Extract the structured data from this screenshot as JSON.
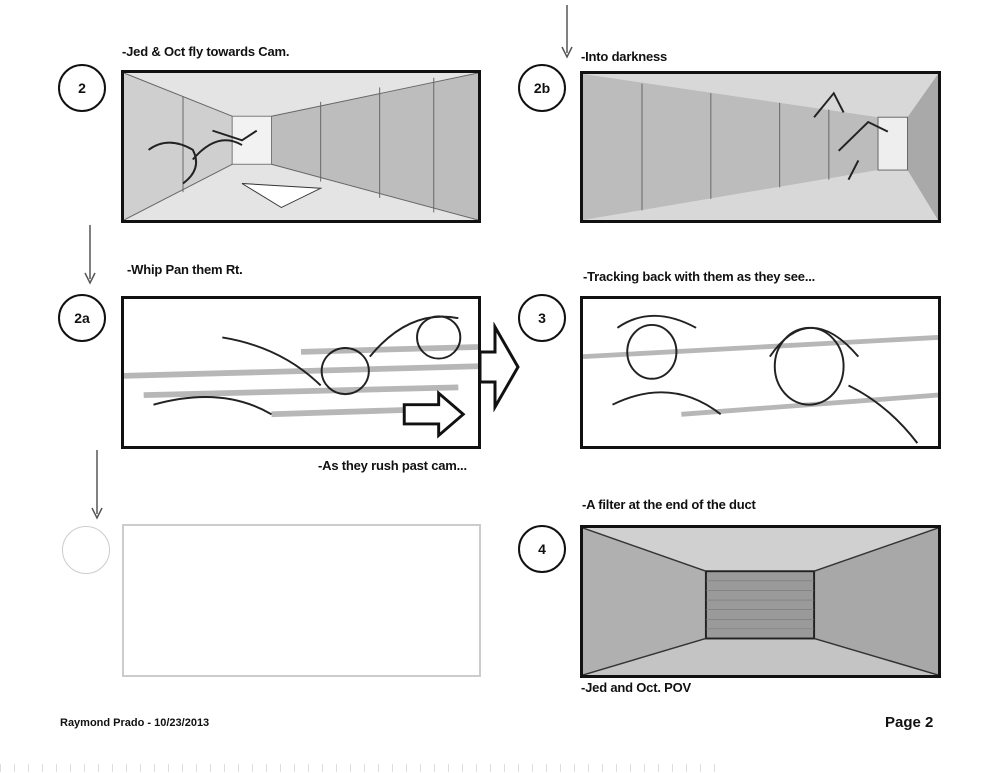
{
  "panels": [
    {
      "number": "2",
      "caption": "-Jed & Oct fly towards Cam."
    },
    {
      "number": "2b",
      "caption": "-Into darkness"
    },
    {
      "number": "2a",
      "caption": "-Whip Pan them Rt.",
      "caption_below": "-As they rush past cam..."
    },
    {
      "number": "3",
      "caption": "-Tracking back with them as they see..."
    },
    {
      "number": "",
      "caption": ""
    },
    {
      "number": "4",
      "caption": "-A filter at the end of the duct",
      "caption_below": "-Jed and Oct. POV"
    }
  ],
  "footer": {
    "artist_date": "Raymond Prado - 10/23/2013",
    "page": "Page 2"
  }
}
